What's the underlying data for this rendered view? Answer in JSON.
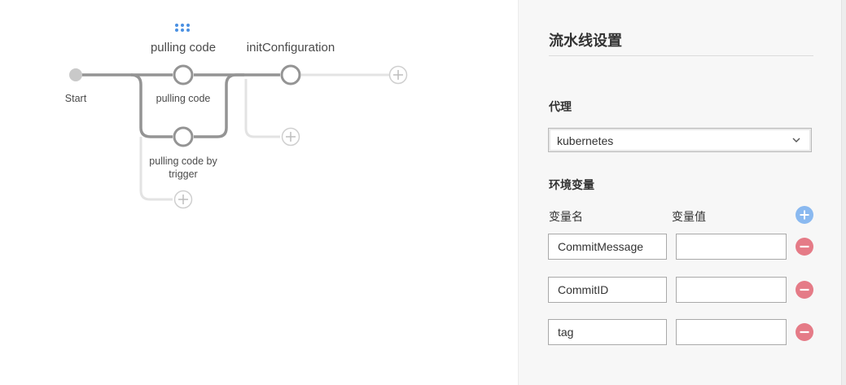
{
  "pipeline": {
    "start_label": "Start",
    "stages": [
      {
        "title": "pulling code",
        "nodes": [
          "pulling code",
          "pulling code by trigger"
        ]
      },
      {
        "title": "initConfiguration",
        "nodes": []
      }
    ]
  },
  "icons": {
    "drag": "drag-dots-icon",
    "add_node": "plus-circle-icon",
    "add_env": "plus-circle-icon",
    "remove_env": "minus-circle-icon",
    "dropdown": "chevron-down-icon"
  },
  "colors": {
    "line": "#949494",
    "line_light": "#e3e3e3",
    "accent_blue": "#4a90e2",
    "add_blue": "#8ab9f0",
    "remove_red": "#e57b87",
    "panel_bg": "#f7f7f7"
  },
  "settings": {
    "title": "流水线设置",
    "agent_label": "代理",
    "agent_value": "kubernetes",
    "env_label": "环境变量",
    "env_name_header": "变量名",
    "env_value_header": "变量值",
    "env_vars": [
      {
        "name": "CommitMessage",
        "value": ""
      },
      {
        "name": "CommitID",
        "value": ""
      },
      {
        "name": "tag",
        "value": ""
      }
    ]
  }
}
